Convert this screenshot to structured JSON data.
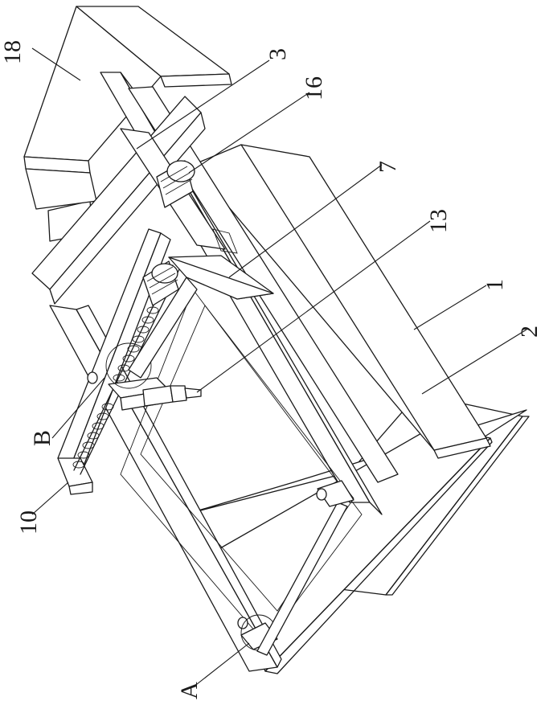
{
  "labels": {
    "l18": "18",
    "l3": "3",
    "l16": "16",
    "l7": "7",
    "l13": "13",
    "l1": "1",
    "l2": "2",
    "lB": "B",
    "l10": "10",
    "lA": "A"
  }
}
